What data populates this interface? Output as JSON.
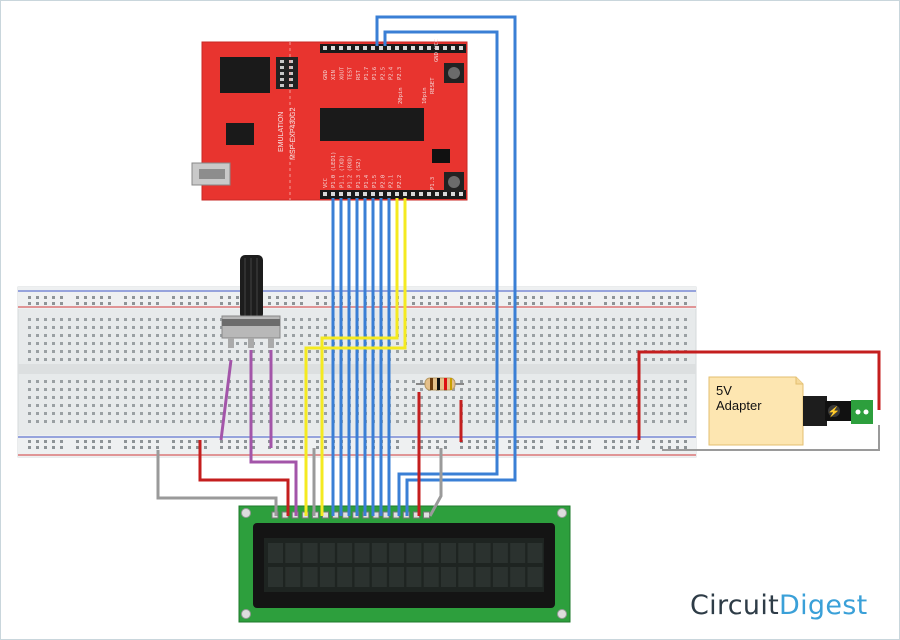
{
  "board": {
    "emulation_label": "EMULATION",
    "model_label": "MSP-EXP430G2",
    "top_pins": [
      "GND",
      "XIN",
      "XOUT",
      "TEST",
      "RST",
      "P1.7",
      "P1.6",
      "P2.5",
      "P2.4",
      "P2.3"
    ],
    "bottom_pins": [
      "VCC",
      "P1.0 (LED1)",
      "P1.1 (TXD)",
      "P1.2 (RXD)",
      "P1.3 (S2)",
      "P1.4",
      "P1.5",
      "P2.0",
      "P2.1",
      "P2.2"
    ],
    "reset_label": "RESET",
    "s2_label": "P1.3",
    "j4_label": "GND VCC",
    "header_20": "20pin",
    "header_10": "10pin"
  },
  "adapter": {
    "line1": "5V",
    "line2": "Adapter"
  },
  "logo": {
    "part1": "Circuit",
    "part2": "Digest"
  },
  "colors": {
    "board_red": "#e8342f",
    "breadboard": "#e9eced",
    "lcd_green": "#2d9f3d",
    "wire_blue": "#3a7fd5",
    "wire_yellow": "#f4ea20",
    "wire_red": "#c41e1e",
    "wire_gray": "#9a9a9a",
    "wire_purple": "#a355a9",
    "adapter_fill": "#fde6b1"
  }
}
